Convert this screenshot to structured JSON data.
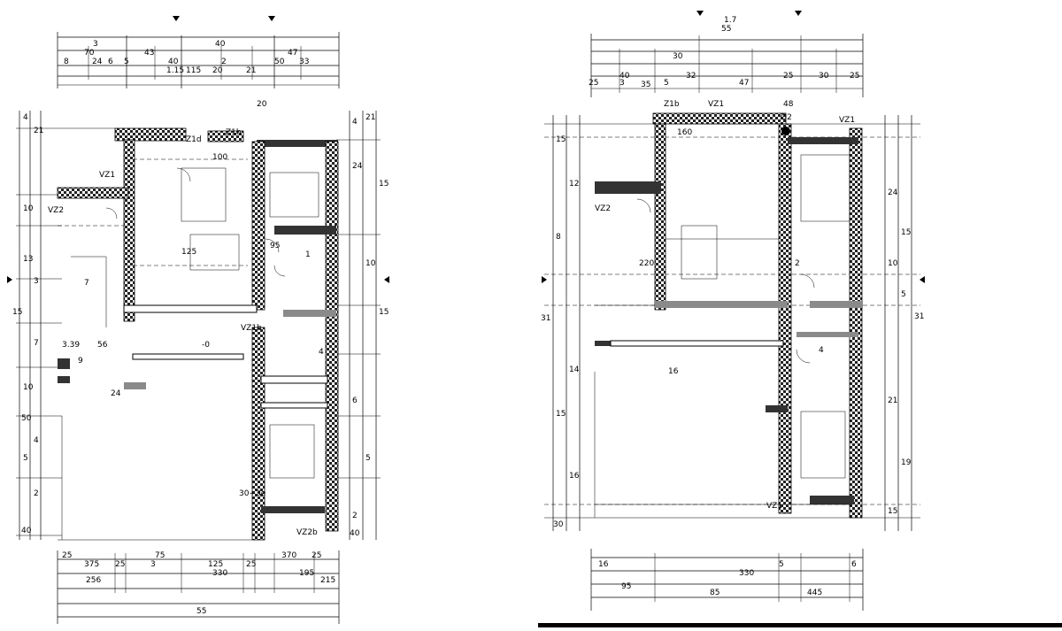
{
  "plan_left": {
    "dims_top": [
      "3",
      "70",
      "43",
      "40",
      "47",
      "8",
      "24",
      "6",
      "5",
      "40",
      "1.15",
      "115",
      "20",
      "2",
      "21",
      "50",
      "33"
    ],
    "dims_bottom": [
      "25",
      "375",
      "25",
      "3",
      "75",
      "125",
      "25",
      "370",
      "25",
      "256",
      "330",
      "195",
      "215",
      "55"
    ],
    "dims_left": [
      "4",
      "21",
      "10",
      "13",
      "3",
      "15",
      "7",
      "10",
      "4",
      "5",
      "2",
      "50",
      "40"
    ],
    "dims_right": [
      "4",
      "21",
      "24",
      "15",
      "10",
      "15",
      "6",
      "5",
      "2",
      "40"
    ],
    "notes": [
      "Z1d",
      "Z1b",
      "VZ1",
      "VZ2",
      "VZ1b",
      "VZ2b",
      "20",
      "100",
      "95",
      "125",
      "3.39",
      "56",
      "9",
      "24",
      "-0",
      "1",
      "4",
      "7",
      "30+3e"
    ]
  },
  "plan_right": {
    "dims_top": [
      "1.7",
      "55",
      "30",
      "40",
      "35",
      "32",
      "25",
      "47",
      "25",
      "30",
      "25",
      "3",
      "5"
    ],
    "dims_bottom": [
      "330",
      "95",
      "85",
      "445",
      "16",
      "5",
      "6"
    ],
    "dims_left": [
      "15",
      "12",
      "8",
      "31",
      "14",
      "15",
      "16",
      "30"
    ],
    "dims_right": [
      "24",
      "15",
      "10",
      "5",
      "21",
      "19",
      "31",
      "15"
    ],
    "notes": [
      "Z1b",
      "VZ1",
      "VZ1",
      "VZ2",
      "VZ1",
      "160",
      "48",
      "Ø2",
      "220",
      "4",
      "16",
      "2"
    ]
  }
}
